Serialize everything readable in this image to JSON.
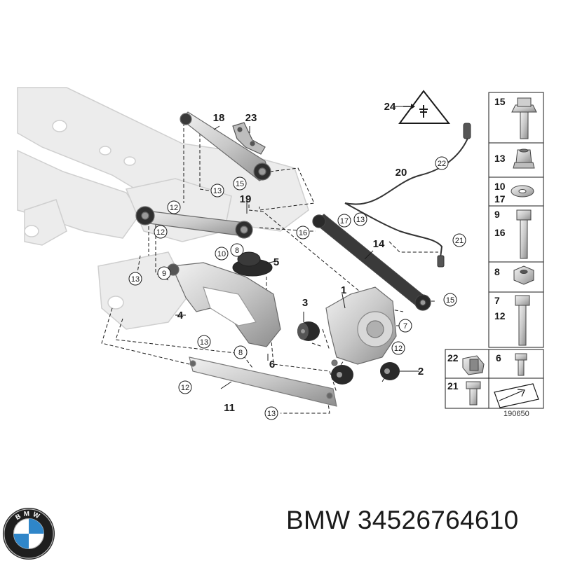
{
  "diagram": {
    "parts": [
      {
        "id": "1",
        "circled": false
      },
      {
        "id": "2",
        "circled": false
      },
      {
        "id": "3",
        "circled": false
      },
      {
        "id": "4",
        "circled": false
      },
      {
        "id": "5",
        "circled": false
      },
      {
        "id": "6",
        "circled": false
      },
      {
        "id": "7",
        "circled": true
      },
      {
        "id": "8",
        "circled": true
      },
      {
        "id": "9",
        "circled": true
      },
      {
        "id": "10",
        "circled": true
      },
      {
        "id": "11",
        "circled": false
      },
      {
        "id": "12",
        "circled": true
      },
      {
        "id": "13",
        "circled": true
      },
      {
        "id": "14",
        "circled": false
      },
      {
        "id": "15",
        "circled": true
      },
      {
        "id": "16",
        "circled": true
      },
      {
        "id": "17",
        "circled": true
      },
      {
        "id": "18",
        "circled": false
      },
      {
        "id": "19",
        "circled": false
      },
      {
        "id": "20",
        "circled": false
      },
      {
        "id": "21",
        "circled": true
      },
      {
        "id": "22",
        "circled": true
      },
      {
        "id": "23",
        "circled": false
      },
      {
        "id": "24",
        "circled": false
      }
    ],
    "side_panel": [
      {
        "label": "15",
        "icon": "flange-bolt-icon"
      },
      {
        "label": "13",
        "icon": "flange-nut-icon"
      },
      {
        "label": "10",
        "label2": "17",
        "icon": "washer-icon"
      },
      {
        "label": "9",
        "label2": "16",
        "icon": "long-bolt-icon"
      },
      {
        "label": "8",
        "icon": "hex-nut-icon"
      },
      {
        "label": "7",
        "label2": "12",
        "icon": "hex-bolt-icon"
      },
      {
        "label": "22",
        "icon": "cable-clip-icon"
      },
      {
        "label": "6",
        "icon": "small-bolt-icon"
      },
      {
        "label": "21",
        "icon": "socket-screw-icon"
      },
      {
        "label": "",
        "icon": "arrow-plate-icon"
      }
    ],
    "reference_code": "190650"
  },
  "brand": {
    "logo_icon": "bmw-roundel-icon",
    "logo_letters": "BMW",
    "text": "BMW 34526764610"
  },
  "colors": {
    "roundel_blue": "#2f86c9",
    "part_grey": "#e6e6e6",
    "line": "#1a1a1a"
  }
}
